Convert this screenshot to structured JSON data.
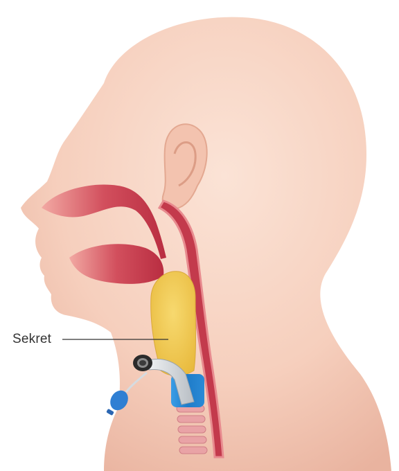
{
  "annotation": {
    "label": "Sekret"
  },
  "colors": {
    "background": "#ffffff",
    "skin": "#f7d2c1",
    "skin_shadow": "#eab7a3",
    "airway": "#c9384b",
    "secretion": "#f0c64a",
    "cuff": "#2c8ed6",
    "tube": "#d9dde1",
    "connector": "#2b2b2b"
  },
  "icons": [
    "head-profile-illustration",
    "tracheostomy-tube-illustration",
    "pilot-balloon-icon"
  ]
}
